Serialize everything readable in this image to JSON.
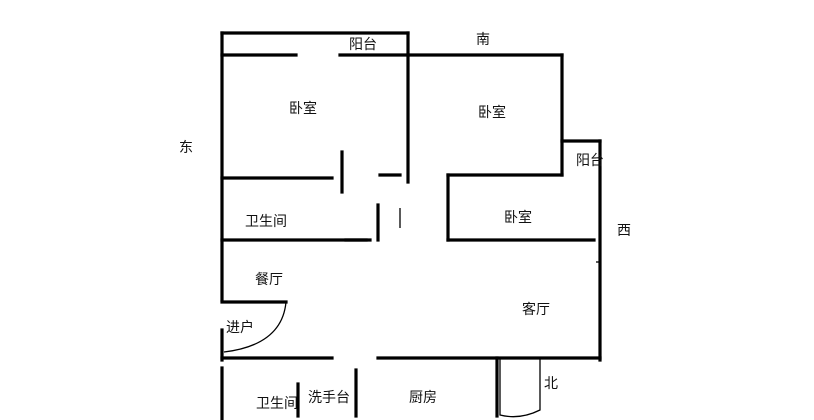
{
  "colors": {
    "background": "#ffffff",
    "wall": "#000000",
    "text": "#111111"
  },
  "directions": {
    "south": "南",
    "east": "东",
    "west": "西",
    "north": "北"
  },
  "rooms": {
    "balcony_top": "阳台",
    "bedroom_left": "卧室",
    "bedroom_middle": "卧室",
    "balcony_right": "阳台",
    "bathroom_upper": "卫生间",
    "bedroom_right": "卧室",
    "dining_room": "餐厅",
    "entrance": "进户",
    "living_room": "客厅",
    "bathroom_lower": "卫生间",
    "wash_basin": "洗手台",
    "kitchen": "厨房"
  }
}
